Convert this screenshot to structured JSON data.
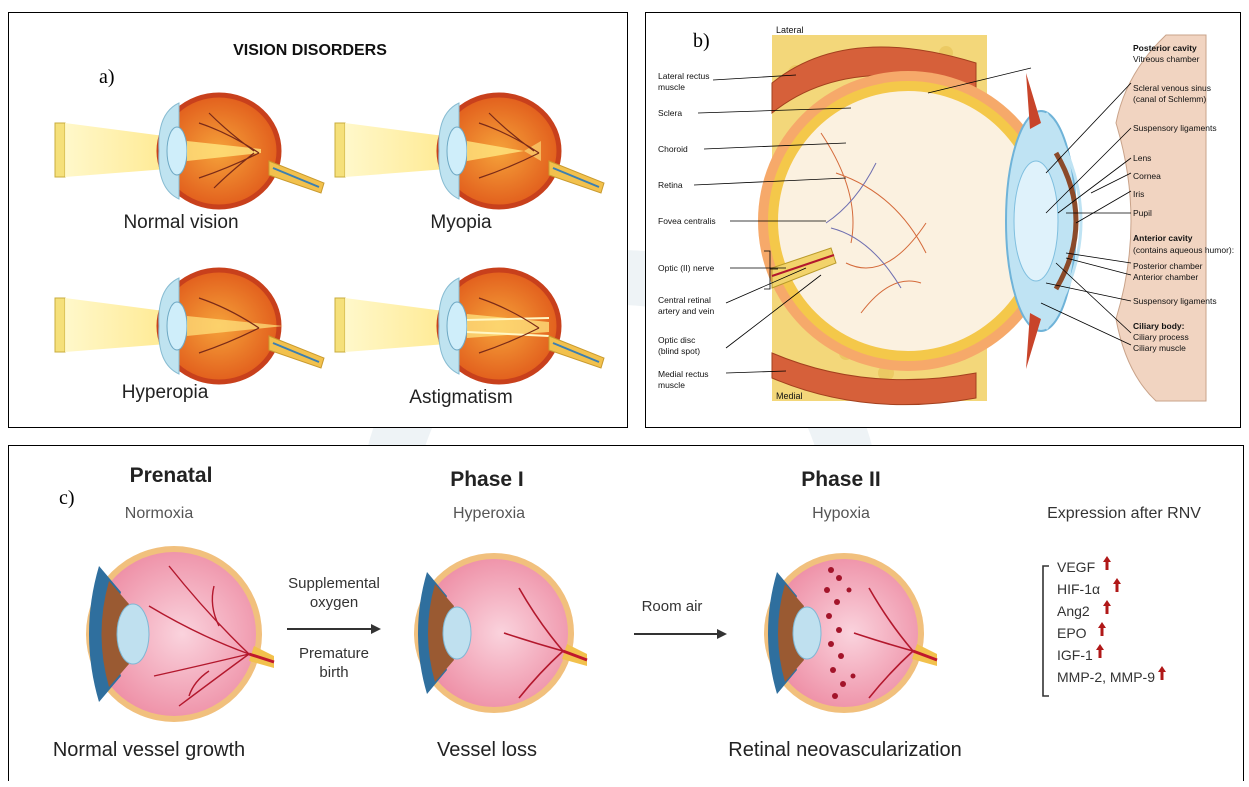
{
  "panel_a": {
    "letter": "a)",
    "title": "VISION DISORDERS",
    "captions": [
      "Normal vision",
      "Myopia",
      "Hyperopia",
      "Astigmatism"
    ]
  },
  "panel_b": {
    "letter": "b)",
    "lateral": "Lateral",
    "medial": "Medial",
    "left_labels": [
      "Lateral rectus",
      "muscle",
      "Sclera",
      "Choroid",
      "Retina",
      "Fovea centralis",
      "Optic (II) nerve",
      "Central retinal",
      "artery and vein",
      "Optic disc",
      "(blind spot)",
      "Medial rectus",
      "muscle"
    ],
    "right_labels": [
      "Posterior cavity",
      "Vitreous chamber",
      "Scleral venous sinus",
      "(canal of Schlemm)",
      "Suspensory ligaments",
      "Lens",
      "Cornea",
      "Iris",
      "Pupil",
      "Anterior cavity",
      "(contains aqueous humor):",
      "Posterior chamber",
      "Anterior chamber",
      "Suspensory ligaments",
      "Ciliary body:",
      "Ciliary process",
      "Ciliary muscle"
    ]
  },
  "panel_c": {
    "letter": "c)",
    "stages": [
      {
        "title": "Prenatal",
        "condition": "Normoxia",
        "caption": "Normal vessel growth"
      },
      {
        "title": "Phase I",
        "condition": "Hyperoxia",
        "caption": "Vessel loss"
      },
      {
        "title": "Phase II",
        "condition": "Hypoxia",
        "caption": "Retinal neovascularization"
      }
    ],
    "arrow1": [
      "Supplemental",
      "oxygen",
      "Premature",
      "birth"
    ],
    "arrow2": "Room air",
    "expression_title": "Expression after RNV",
    "markers": [
      "VEGF",
      "HIF-1α",
      "Ang2",
      "EPO",
      "IGF-1",
      "MMP-2, MMP-9"
    ],
    "up_arrow": "🠕"
  },
  "colors": {
    "eye_orange": "#e8661c",
    "sclera_red": "#c8401c",
    "lens_blue": "#9fd6ec",
    "beam_yellow": "#fff3a8",
    "pink_retina": "#f4a9bb",
    "vessel_red": "#b3182d",
    "fat_yellow": "#f5d36a",
    "muscle_red": "#d6603a",
    "marker_arrow": "#b01818"
  }
}
